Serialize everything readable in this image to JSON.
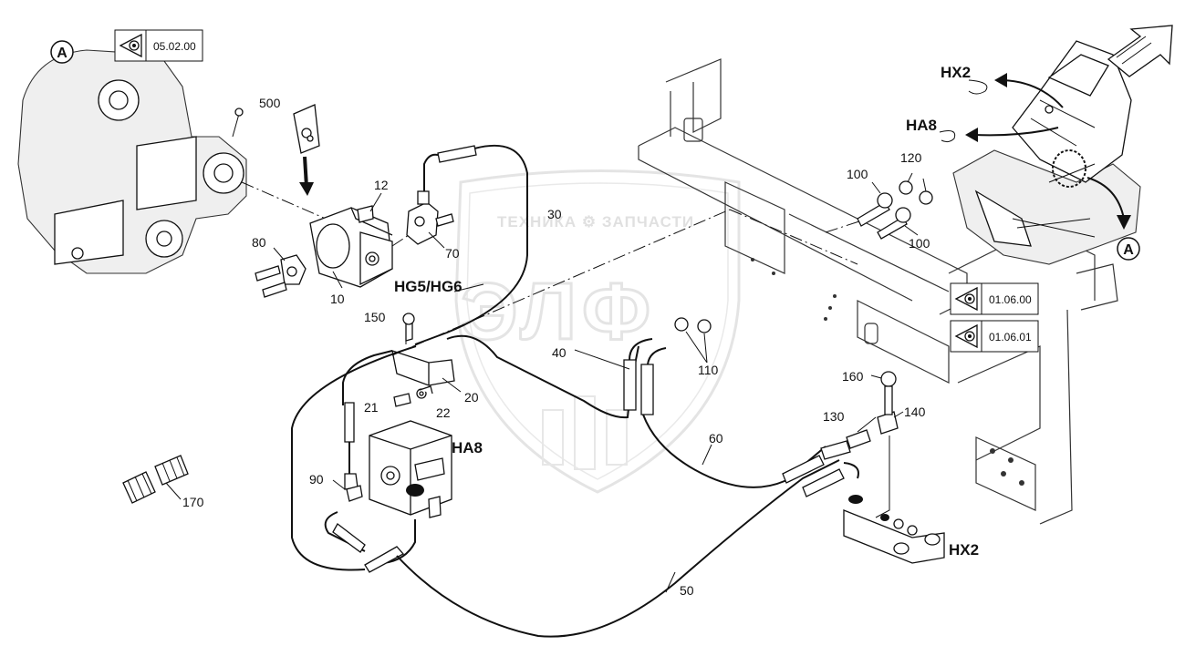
{
  "callouts": {
    "c500": "500",
    "c12": "12",
    "c30": "30",
    "c70": "70",
    "c80": "80",
    "c10": "10",
    "c150": "150",
    "c40": "40",
    "c110": "110",
    "c21": "21",
    "c22": "22",
    "c20": "20",
    "c90": "90",
    "c170": "170",
    "c60": "60",
    "c50": "50",
    "c100a": "100",
    "c100b": "100",
    "c120": "120",
    "c160": "160",
    "c130": "130",
    "c140": "140"
  },
  "labels": {
    "hg5hg6": "HG5/HG6",
    "ha8_main": "HA8",
    "hx2_main": "HX2",
    "hx2_overview": "HX2",
    "ha8_overview": "HA8"
  },
  "view_markers": {
    "top_left": "A",
    "overview": "A"
  },
  "references": {
    "ref_top": "05.02.00",
    "ref_mid1": "01.06.00",
    "ref_mid2": "01.06.01"
  },
  "watermark": {
    "line": "ТЕХНИКА ⚙ ЗАПЧАСТИ",
    "logo": "ЭЛФ"
  },
  "icons": {
    "reference": "eye-icon",
    "arrow": "view-direction-arrow-icon"
  },
  "colors": {
    "ink": "#111111",
    "watermark": "#c8c8c8"
  }
}
